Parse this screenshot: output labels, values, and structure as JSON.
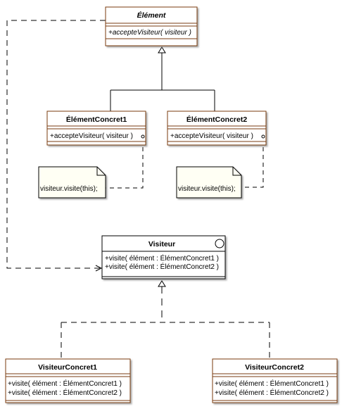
{
  "element": {
    "title": "Élément",
    "operation": "+accepteVisiteur( visiteur )"
  },
  "element_concret_1": {
    "title": "ÉlémentConcret1",
    "operation": "+accepteVisiteur( visiteur )"
  },
  "element_concret_2": {
    "title": "ÉlémentConcret2",
    "operation": "+accepteVisiteur( visiteur )"
  },
  "note_1": {
    "text": "visiteur.visite(this);"
  },
  "note_2": {
    "text": "visiteur.visite(this);"
  },
  "visiteur": {
    "title": "Visiteur",
    "operations": [
      "+visite( élément : ÉlémentConcret1 )",
      "+visite( élément : ÉlémentConcret2 )"
    ]
  },
  "visiteur_concret_1": {
    "title": "VisiteurConcret1",
    "operations": [
      "+visite( élément : ÉlémentConcret1 )",
      "+visite( élément : ÉlémentConcret2 )"
    ]
  },
  "visiteur_concret_2": {
    "title": "VisiteurConcret2",
    "operations": [
      "+visite( élément : ÉlémentConcret1 )",
      "+visite( élément : ÉlémentConcret2 )"
    ]
  },
  "colors": {
    "class_border": "#7a3b10",
    "interface_border": "#000000",
    "note_fill": "#fffff4",
    "connector": "#000000"
  }
}
